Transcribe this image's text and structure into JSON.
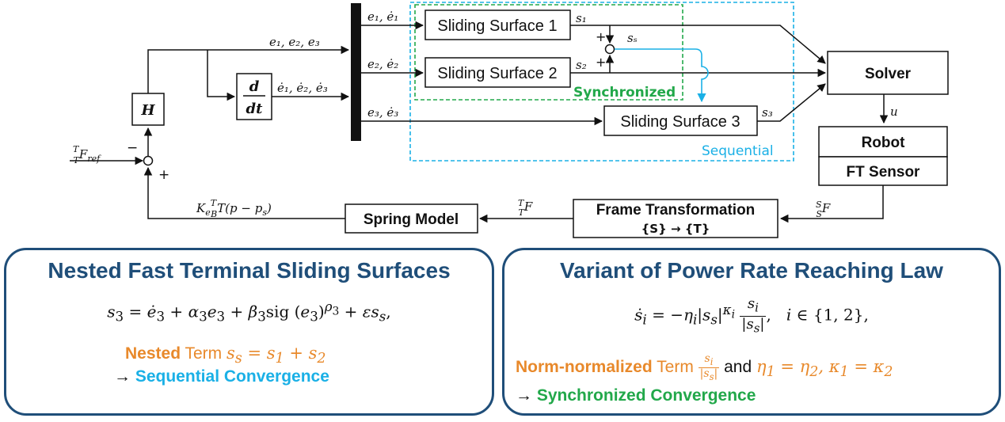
{
  "diagram": {
    "blocks": {
      "sliding_surface_1": "Sliding Surface 1",
      "sliding_surface_2": "Sliding Surface 2",
      "sliding_surface_3": "Sliding Surface 3",
      "solver": "Solver",
      "robot": "Robot",
      "ft_sensor": "FT Sensor",
      "frame_transformation": "Frame Transformation",
      "frame_transformation_sub": "{S} → {T}",
      "spring_model": "Spring Model",
      "h_block": "H",
      "deriv_num": "d",
      "deriv_den": "dt"
    },
    "groups": {
      "synchronized": "Synchronized",
      "sequential": "Sequential"
    },
    "signals": {
      "e_all": "e₁, e₂, e₃",
      "edot_all": "ė₁, ė₂, ė₃",
      "e1_pair": "e₁, ė₁",
      "e2_pair": "e₂, ė₂",
      "e3_pair": "e₃, ė₃",
      "s1": "s₁",
      "s2": "s₂",
      "s3": "s₃",
      "ss": "sₛ",
      "u": "u",
      "f_ref": "ᵀₜF_ref",
      "spring_out": "K_e ᴮᵀT(p − pₛ)",
      "tf": "ᵀₜF",
      "sf": "ˢₛF",
      "plus": "+",
      "minus": "−"
    },
    "colors": {
      "synchronized": "#22a84a",
      "sequential": "#1ab0e6",
      "panel_border": "#1f4e79",
      "highlight": "#e8892b"
    }
  },
  "left_panel": {
    "title": "Nested Fast Terminal Sliding Surfaces",
    "nested_word": "Nested",
    "term_word": " Term ",
    "arrow": "→ ",
    "sequential_convergence": "Sequential Convergence"
  },
  "right_panel": {
    "title": "Variant of Power Rate Reaching Law",
    "norm_word": "Norm-normalized",
    "term_word": " Term ",
    "and_word": " and ",
    "arrow": "→ ",
    "synchronized_convergence": "Synchronized Convergence"
  }
}
